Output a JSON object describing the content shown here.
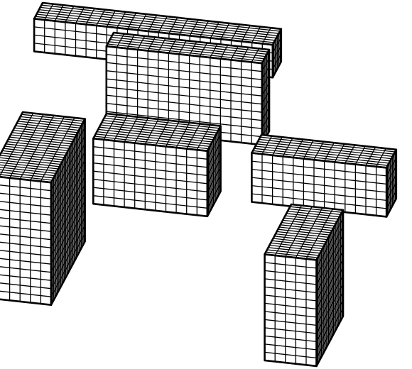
{
  "figure": {
    "kind": "isometric voxel assembly",
    "style": "black-outline line drawing on white",
    "stroke_color": "#000000",
    "fill_color": "#ffffff",
    "parts": [
      {
        "name": "top-left-slab"
      },
      {
        "name": "top-wide-block"
      },
      {
        "name": "central-stepped-block"
      },
      {
        "name": "left-tall-pillar"
      },
      {
        "name": "right-wing-slab"
      },
      {
        "name": "right-bottom-pillar"
      }
    ]
  }
}
